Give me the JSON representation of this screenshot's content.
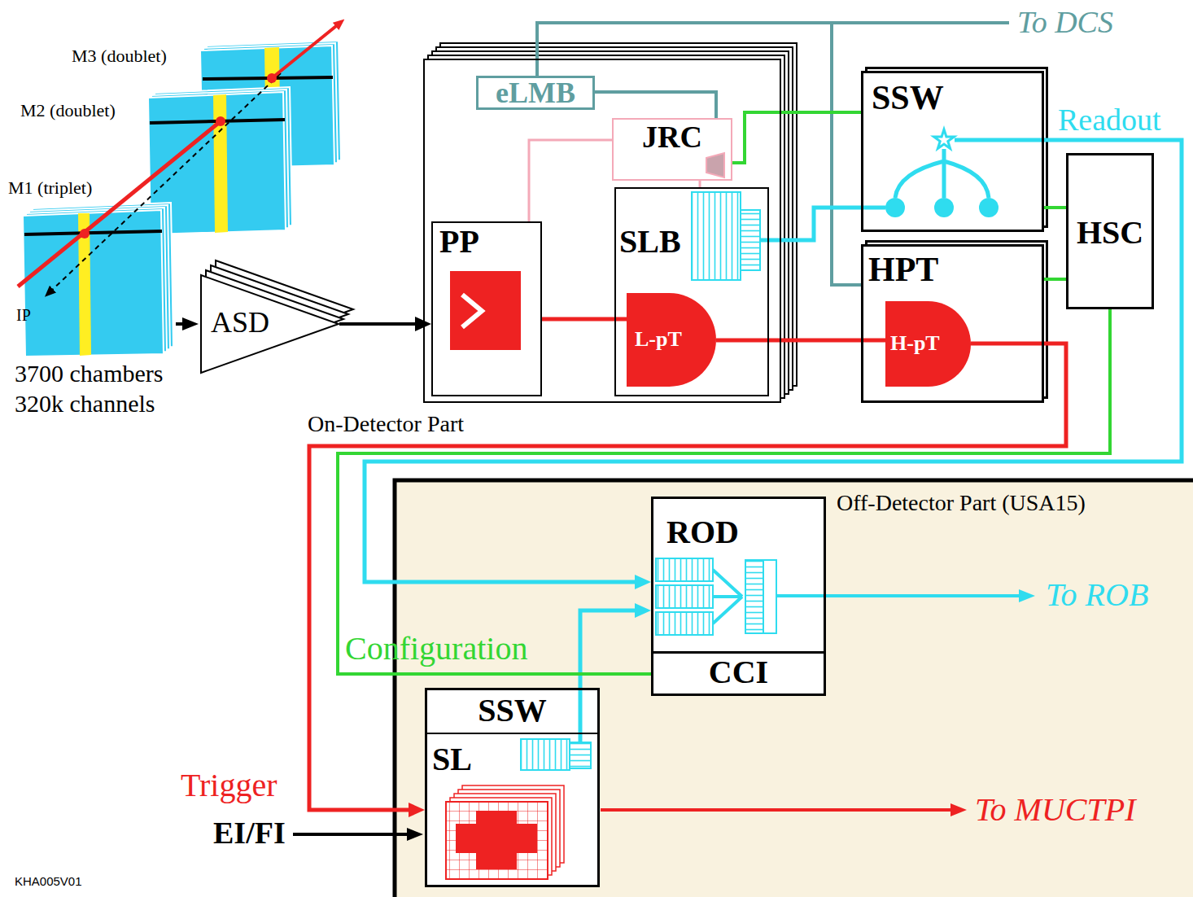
{
  "diagram": {
    "nodes": [
      {
        "text": [
          "ASD"
        ]
      },
      {
        "text": [
          "On-Detector Part"
        ]
      },
      {
        "text": [
          "eLMB"
        ],
        "in": 1
      },
      {
        "text": [
          "JRC"
        ],
        "in": 1
      },
      {
        "text": [
          "PP"
        ],
        "in": 1
      },
      {
        "text": [
          "SLB"
        ],
        "in": 1
      },
      {
        "text": [
          "L-pT"
        ],
        "in": 5
      },
      {
        "text": [
          "SSW"
        ]
      },
      {
        "text": [
          "HPT"
        ]
      },
      {
        "text": [
          "H-pT"
        ],
        "in": 8
      },
      {
        "text": [
          "HSC"
        ]
      },
      {
        "text": [
          "Off-Detector Part (USA15)"
        ]
      },
      {
        "text": [
          "ROD"
        ],
        "in": 11
      },
      {
        "text": [
          "CCI"
        ],
        "in": 12
      },
      {
        "text": [
          "SSW",
          "SL"
        ],
        "in": 11
      }
    ],
    "edges": [
      {
        "from": 0,
        "to": 4,
        "arrow": "to"
      },
      {
        "from": 4,
        "to": 6,
        "arrow": "none"
      },
      {
        "from": 6,
        "to": 9,
        "arrow": "none"
      },
      {
        "from": 9,
        "to": 14,
        "label": "Trigger",
        "arrow": "to"
      },
      {
        "from": 4,
        "to": 3,
        "arrow": "none"
      },
      {
        "from": 3,
        "to": 5,
        "arrow": "none"
      },
      {
        "from": 3,
        "to": 7,
        "arrow": "none"
      },
      {
        "from": 2,
        "to": 3,
        "arrow": "none"
      },
      {
        "from": 5,
        "to": 7,
        "arrow": "none"
      },
      {
        "from": 7,
        "to": 12,
        "label": "Readout",
        "arrow": "to"
      },
      {
        "from": 14,
        "to": 12,
        "arrow": "to"
      },
      {
        "from": 10,
        "to": 7,
        "arrow": "none"
      },
      {
        "from": 10,
        "to": 8,
        "arrow": "none"
      },
      {
        "from": 10,
        "to": 13,
        "label": "Configuration",
        "arrow": "none"
      }
    ],
    "labels": [
      "To DCS",
      "M3 (doublet)",
      "M2 (doublet)",
      "M1 (triplet)",
      "IP",
      "3700 chambers",
      "320k channels",
      "To ROB",
      "EI/FI",
      "To MUCTPI",
      "KHA005V01"
    ]
  }
}
